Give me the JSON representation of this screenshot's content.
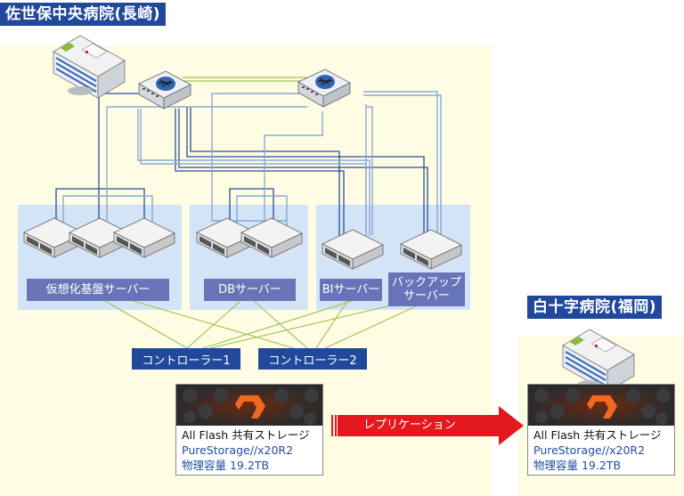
{
  "sites": {
    "primary": {
      "title": "佐世保中央病院(長崎)"
    },
    "secondary": {
      "title": "白十字病院(福岡)"
    }
  },
  "server_groups": [
    {
      "label": "仮想化基盤サーバー",
      "server_count": 3
    },
    {
      "label": "DBサーバー",
      "server_count": 2
    },
    {
      "label": "BIサーバー",
      "server_count": 1
    },
    {
      "label": "バックアップ\nサーバー",
      "server_count": 1
    }
  ],
  "controllers": [
    {
      "label": "コントローラー1"
    },
    {
      "label": "コントローラー2"
    }
  ],
  "storage": {
    "primary": {
      "line1": "All Flash 共有ストレージ",
      "line2": "PureStorage//x20R2",
      "line3": "物理容量 19.2TB"
    },
    "secondary": {
      "line1": "All Flash 共有ストレージ",
      "line2": "PureStorage//x20R2",
      "line3": "物理容量 19.2TB"
    }
  },
  "replication": {
    "label": "レプリケーション"
  },
  "icons": {
    "hospital": "hospital-building-icon",
    "switch": "network-switch-icon",
    "server": "rack-server-icon",
    "storage": "pure-storage-array-icon"
  },
  "colors": {
    "site_background": "#fefde4",
    "group_background": "#d3e4f6",
    "title_blue": "#21489a",
    "label_purple": "#6775b8",
    "replication_red": "#e3191f",
    "link_green": "#9cc250",
    "link_dark_blue": "#2a4d9c",
    "link_light_blue": "#8aa8d6"
  }
}
